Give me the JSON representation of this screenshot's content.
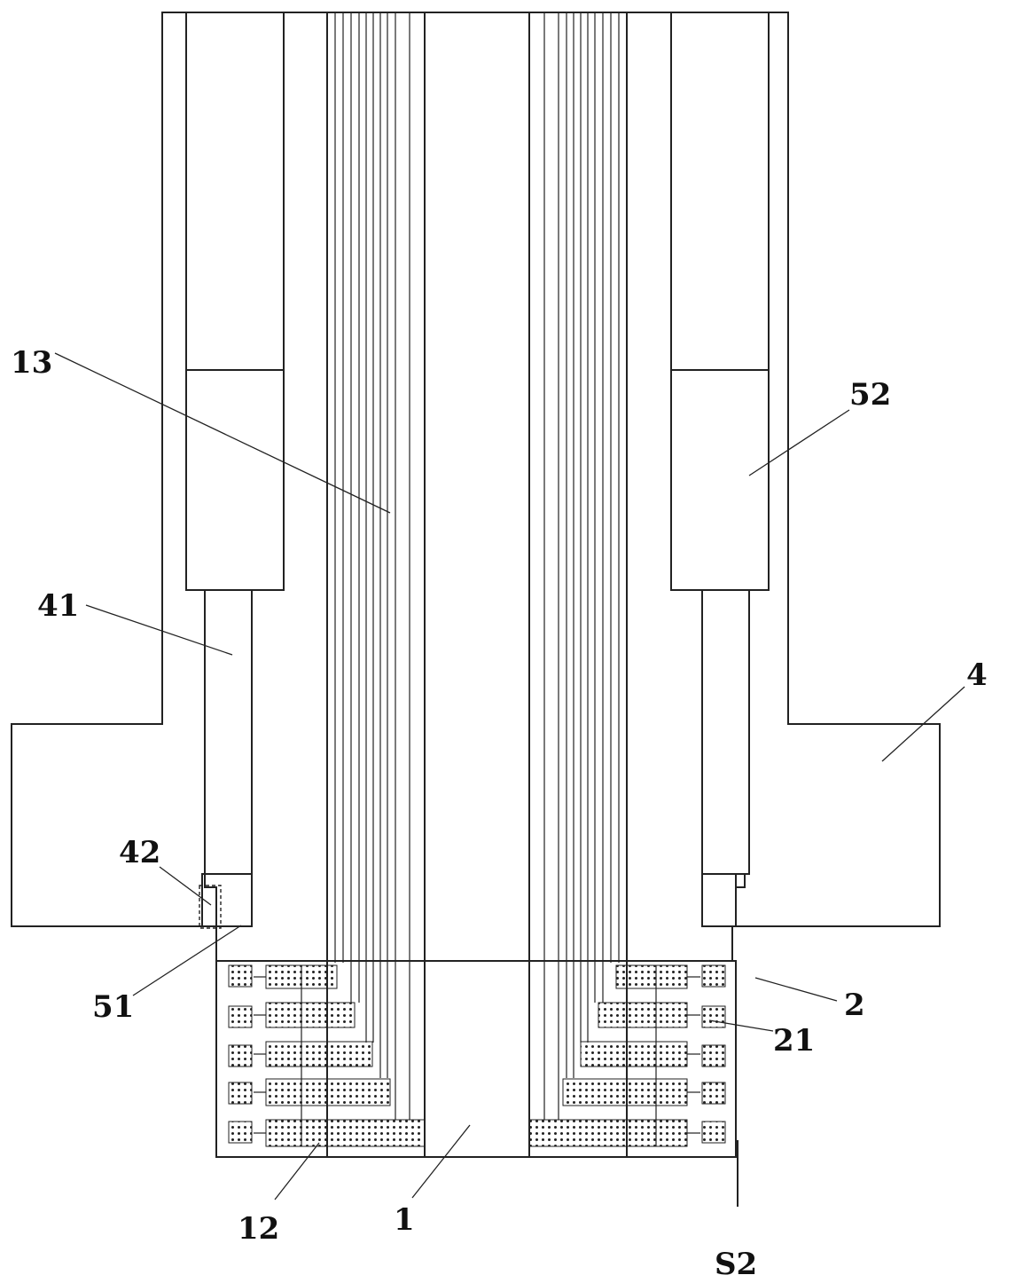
{
  "colors": {
    "line": "#222222",
    "background": "#ffffff"
  },
  "labels": {
    "l13": "13",
    "l52": "52",
    "l41": "41",
    "l4": "4",
    "l42": "42",
    "l51": "51",
    "l2": "2",
    "l21": "21",
    "l12": "12",
    "l1": "1",
    "lS2": "S2"
  }
}
